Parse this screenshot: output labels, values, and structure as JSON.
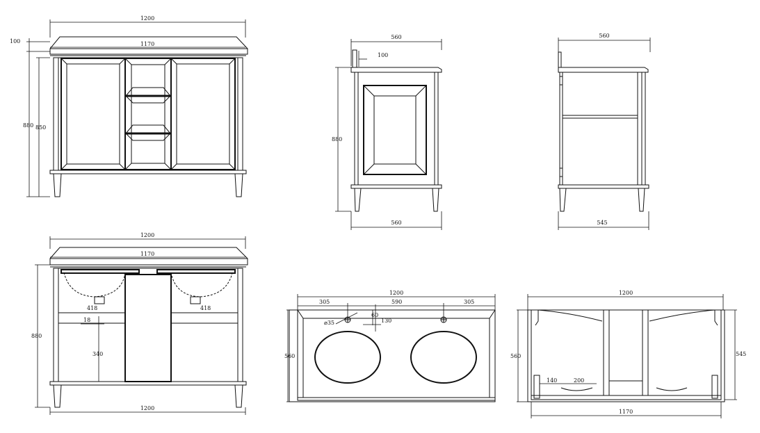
{
  "views": {
    "front": {
      "width": "1200",
      "top_width": "1170",
      "top_offset": "100",
      "height_total": "880",
      "height_body": "850"
    },
    "side_door": {
      "width_top": "560",
      "splash": "100",
      "height": "880",
      "width_bottom": "560"
    },
    "side_open": {
      "width_top": "560",
      "width_bottom": "545"
    },
    "front_open": {
      "width_top": "1200",
      "top_width": "1170",
      "height": "880",
      "basin_left": "418",
      "basin_right": "418",
      "shelf": "18",
      "drawer_height": "340",
      "width_bottom": "1200"
    },
    "top_plan": {
      "width": "1200",
      "seg_left": "305",
      "seg_mid": "590",
      "seg_right": "305",
      "hole_dia": "⌀35",
      "hole_offset": "60",
      "hole_depth": "130",
      "depth": "560"
    },
    "bottom_plan": {
      "width": "1200",
      "depth_left": "560",
      "depth_right": "545",
      "foot": "140",
      "foot_gap": "200",
      "width_bottom": "1170"
    }
  }
}
